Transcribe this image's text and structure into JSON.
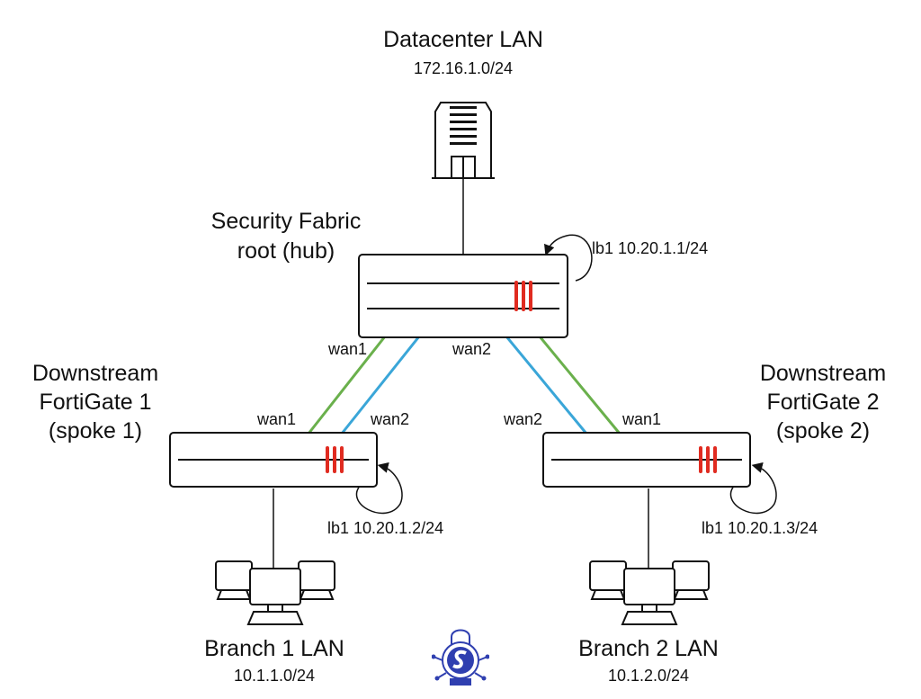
{
  "datacenter": {
    "title": "Datacenter LAN",
    "subnet": "172.16.1.0/24",
    "icon": "datacenter-building-icon"
  },
  "hub": {
    "label_line1": "Security Fabric",
    "label_line2": "root (hub)",
    "loopback": "lb1 10.20.1.1/24",
    "wan1": "wan1",
    "wan2": "wan2"
  },
  "spoke1": {
    "label_line1": "Downstream",
    "label_line2": "FortiGate 1",
    "label_line3": "(spoke 1)",
    "wan1": "wan1",
    "wan2": "wan2",
    "loopback": "lb1 10.20.1.2/24"
  },
  "spoke2": {
    "label_line1": "Downstream",
    "label_line2": "FortiGate 2",
    "label_line3": "(spoke 2)",
    "wan1": "wan1",
    "wan2": "wan2",
    "loopback": "lb1 10.20.1.3/24"
  },
  "branch1": {
    "title": "Branch 1 LAN",
    "subnet": "10.1.1.0/24",
    "icon": "computers-icon"
  },
  "branch2": {
    "title": "Branch 2 LAN",
    "subnet": "10.1.2.0/24",
    "icon": "computers-icon"
  },
  "colors": {
    "wan1_link": "#6ab04c",
    "wan2_link": "#3aa6d8",
    "fortinet_red": "#e02b20",
    "line": "#111111",
    "logo_blue": "#2f3fb0"
  }
}
